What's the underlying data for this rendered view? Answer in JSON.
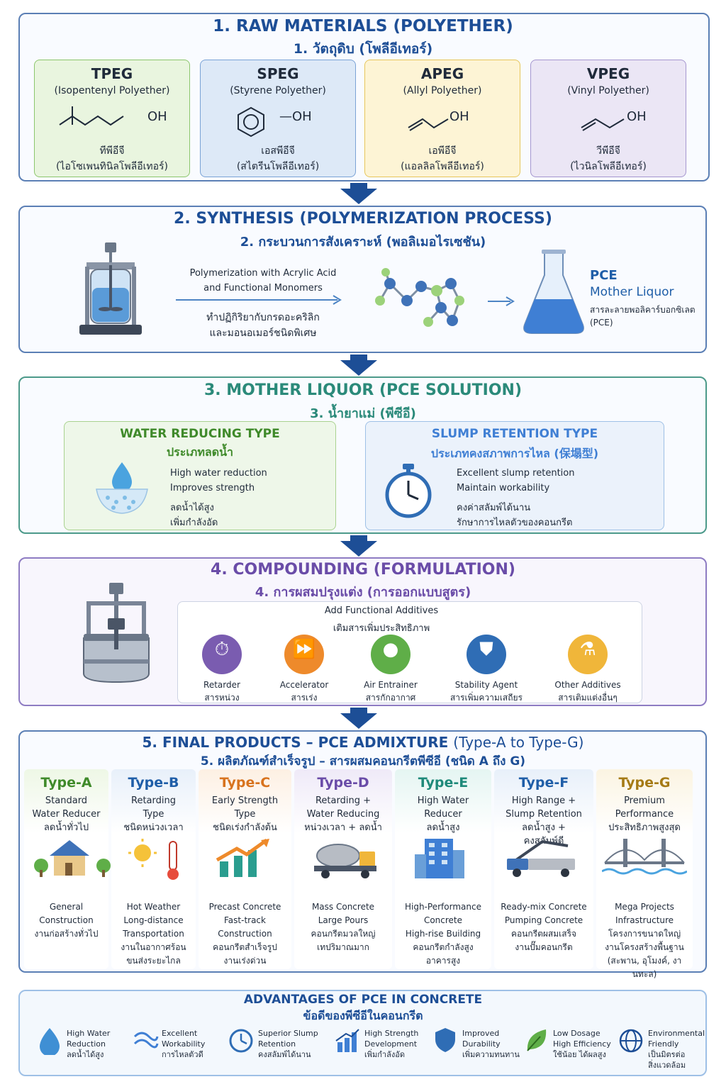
{
  "section1": {
    "title_en": "1. RAW MATERIALS (POLYETHER)",
    "title_th": "1. วัตถุดิบ (โพลีอีเทอร์)",
    "cards": [
      {
        "abbr": "TPEG",
        "name": "(Isopentenyl Polyether)",
        "oh": "OH",
        "th1": "ทีพีอีจี",
        "th2": "(ไอโซเพนทินิลโพลีอีเทอร์)",
        "color": "#e9f5df",
        "border": "#8cc66c",
        "textcolor": "#2a6a1a"
      },
      {
        "abbr": "SPEG",
        "name": "(Styrene Polyether)",
        "oh": "—OH",
        "th1": "เอสพีอีจี",
        "th2": "(สไตรีนโพลีอีเทอร์)",
        "color": "#dde9f7",
        "border": "#7aa3d6",
        "textcolor": "#1d3f75"
      },
      {
        "abbr": "APEG",
        "name": "(Allyl Polyether)",
        "oh": "OH",
        "th1": "เอพีอีจี",
        "th2": "(แอลลิลโพลีอีเทอร์)",
        "color": "#fdf4d5",
        "border": "#e7c65a",
        "textcolor": "#6a4a05"
      },
      {
        "abbr": "VPEG",
        "name": "(Vinyl Polyether)",
        "oh": "OH",
        "th1": "วีพีอีจี",
        "th2": "(ไวนิลโพลีอีเทอร์)",
        "color": "#ebe6f5",
        "border": "#a596cf",
        "textcolor": "#3d2d6e"
      }
    ]
  },
  "section2": {
    "title_en": "2. SYNTHESIS (POLYMERIZATION PROCESS)",
    "title_th": "2. กระบวนการสังเคราะห์ (พอลิเมอไรเซชัน)",
    "process_en_1": "Polymerization with Acrylic Acid",
    "process_en_2": "and Functional Monomers",
    "process_th_1": "ทำปฏิกิริยากับกรดอะคริลิก",
    "process_th_2": "และมอนอเมอร์ชนิดพิเศษ",
    "product_1": "PCE",
    "product_2": "Mother Liquor",
    "product_th_1": "สารละลายพอลิคาร์บอกซิเลต",
    "product_th_2": "(PCE)"
  },
  "section3": {
    "title_en": "3. MOTHER LIQUOR (PCE SOLUTION)",
    "title_th": "3. น้ำยาแม่ (พีซีอี)",
    "left": {
      "title_en": "WATER REDUCING TYPE",
      "title_th": "ประเภทลดน้ำ",
      "l1": "High water reduction",
      "l2": "Improves strength",
      "l3": "ลดน้ำได้สูง",
      "l4": "เพิ่มกำลังอัด"
    },
    "right": {
      "title_en": "SLUMP RETENTION TYPE",
      "title_th": "ประเภทคงสภาพการไหล (保塌型)",
      "l1": "Excellent slump retention",
      "l2": "Maintain workability",
      "l3": "คงค่าสลัมพ์ได้นาน",
      "l4": "รักษาการไหลตัวของคอนกรีต"
    }
  },
  "section4": {
    "title_en": "4. COMPOUNDING (FORMULATION)",
    "title_th": "4. การผสมปรุงแต่ง (การออกแบบสูตร)",
    "box_en": "Add Functional Additives",
    "box_th": "เติมสารเพิ่มประสิทธิภาพ",
    "additives": [
      {
        "en": "Retarder",
        "th": "สารหน่วง",
        "color": "#7a5cb0"
      },
      {
        "en": "Accelerator",
        "th": "สารเร่ง",
        "color": "#ee8a2b"
      },
      {
        "en": "Air Entrainer",
        "th": "สารกักอากาศ",
        "color": "#5fae48"
      },
      {
        "en": "Stability Agent",
        "th": "สารเพิ่มความเสถียร",
        "color": "#2f6db5"
      },
      {
        "en": "Other Additives",
        "th": "สารเติมแต่งอื่นๆ",
        "color": "#f0b63a"
      }
    ]
  },
  "section5": {
    "title_en_main": "5. FINAL PRODUCTS – PCE ADMIXTURE ",
    "title_en_sub": "(Type-A to Type-G)",
    "title_th": "5. ผลิตภัณฑ์สำเร็จรูป – สารผสมคอนกรีตพีซีอี (ชนิด A ถึง G)",
    "types": [
      {
        "name": "Type-A",
        "d1": "Standard",
        "d2": "Water Reducer",
        "d3": "ลดน้ำทั่วไป",
        "d4": "",
        "a1": "General",
        "a2": "Construction",
        "a3": "งานก่อสร้างทั่วไป",
        "a4": "",
        "a5": "",
        "color": "#3f8a2a",
        "bg": "#eef7e6"
      },
      {
        "name": "Type-B",
        "d1": "Retarding",
        "d2": "Type",
        "d3": "ชนิดหน่วงเวลา",
        "d4": "",
        "a1": "Hot Weather",
        "a2": "Long-distance",
        "a3": "Transportation",
        "a4": "งานในอากาศร้อน",
        "a5": "ขนส่งระยะไกล",
        "color": "#1f5ea8",
        "bg": "#e8f0fa"
      },
      {
        "name": "Type-C",
        "d1": "Early Strength",
        "d2": "Type",
        "d3": "ชนิดเร่งกำลังต้น",
        "d4": "",
        "a1": "Precast Concrete",
        "a2": "Fast-track",
        "a3": "Construction",
        "a4": "คอนกรีตสำเร็จรูป",
        "a5": "งานเร่งด่วน",
        "color": "#d8731e",
        "bg": "#fdf0e3"
      },
      {
        "name": "Type-D",
        "d1": "Retarding +",
        "d2": "Water Reducing",
        "d3": "หน่วงเวลา + ลดน้ำ",
        "d4": "",
        "a1": "Mass Concrete",
        "a2": "Large Pours",
        "a3": "คอนกรีตมวลใหญ่",
        "a4": "เทปริมาณมาก",
        "a5": "",
        "color": "#6a4ca8",
        "bg": "#efeaf8"
      },
      {
        "name": "Type-E",
        "d1": "High Water",
        "d2": "Reducer",
        "d3": "ลดน้ำสูง",
        "d4": "",
        "a1": "High-Performance",
        "a2": "Concrete",
        "a3": "High-rise Building",
        "a4": "คอนกรีตกำลังสูง",
        "a5": "อาคารสูง",
        "color": "#1f8a7a",
        "bg": "#e5f5f2"
      },
      {
        "name": "Type-F",
        "d1": "High Range +",
        "d2": "Slump Retention",
        "d3": "ลดน้ำสูง +",
        "d4": "คงสลัมพ์ดี",
        "a1": "Ready-mix Concrete",
        "a2": "Pumping Concrete",
        "a3": "คอนกรีตผสมเสร็จ",
        "a4": "งานปั๊มคอนกรีต",
        "a5": "",
        "color": "#1f5ea8",
        "bg": "#e8f0fa"
      },
      {
        "name": "Type-G",
        "d1": "Premium",
        "d2": "Performance",
        "d3": "ประสิทธิภาพสูงสุด",
        "d4": "",
        "a1": "Mega Projects",
        "a2": "Infrastructure",
        "a3": "โครงการขนาดใหญ่",
        "a4": "งานโครงสร้างพื้นฐาน",
        "a5": "(สะพาน, อุโมงค์, งานทะล)",
        "color": "#a57a14",
        "bg": "#fbf4e2"
      }
    ]
  },
  "advantages": {
    "title_en": "ADVANTAGES OF PCE IN CONCRETE",
    "title_th": "ข้อดีของพีซีอีในคอนกรีต",
    "items": [
      {
        "l1": "High Water",
        "l2": "Reduction",
        "l3": "ลดน้ำได้สูง",
        "l4": ""
      },
      {
        "l1": "Excellent",
        "l2": "Workability",
        "l3": "การไหลตัวดี",
        "l4": ""
      },
      {
        "l1": "Superior Slump",
        "l2": "Retention",
        "l3": "คงสลัมพ์ได้นาน",
        "l4": ""
      },
      {
        "l1": "High Strength",
        "l2": "Development",
        "l3": "เพิ่มกำลังอัด",
        "l4": ""
      },
      {
        "l1": "Improved",
        "l2": "Durability",
        "l3": "เพิ่มความทนทาน",
        "l4": ""
      },
      {
        "l1": "Low Dosage",
        "l2": "High Efficiency",
        "l3": "ใช้น้อย ได้ผลสูง",
        "l4": ""
      },
      {
        "l1": "Environmental",
        "l2": "Friendly",
        "l3": "เป็นมิตรต่อ",
        "l4": "สิ่งแวดล้อม"
      }
    ]
  }
}
